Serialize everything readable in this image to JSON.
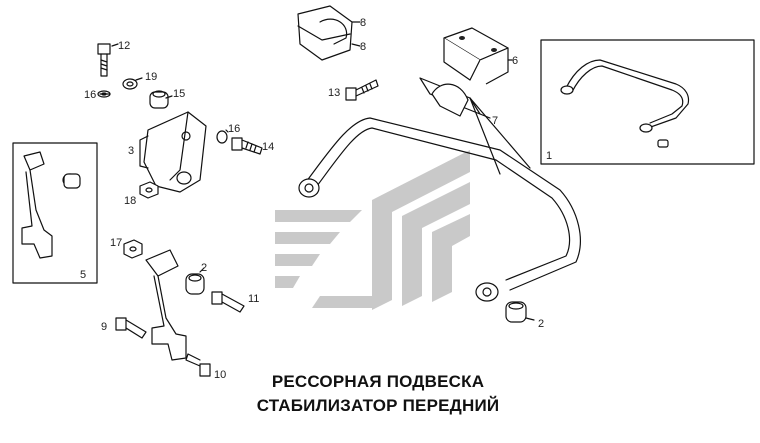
{
  "diagram": {
    "title_line1": "РЕССОРНАЯ ПОДВЕСКА",
    "title_line2": "СТАБИЛИЗАТОР ПЕРЕДНИЙ",
    "labels": {
      "p1": "1",
      "p2a": "2",
      "p2b": "2",
      "p3": "3",
      "p5": "5",
      "p6": "6",
      "p7": "7",
      "p8a": "8",
      "p8b": "8",
      "p9": "9",
      "p10": "10",
      "p11": "11",
      "p12": "12",
      "p13": "13",
      "p14": "14",
      "p15": "15",
      "p16a": "16",
      "p16b": "16",
      "p17": "17",
      "p18": "18",
      "p19": "19"
    }
  }
}
